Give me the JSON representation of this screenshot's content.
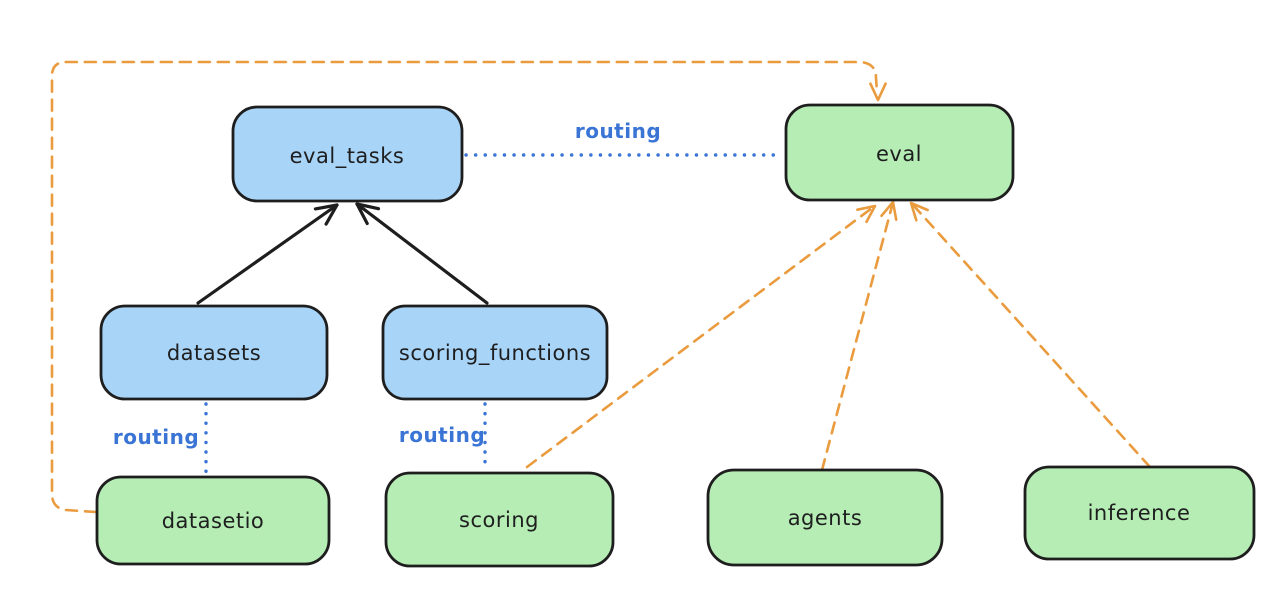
{
  "colors": {
    "background": "#ffffff",
    "node_stroke": "#1e1e1e",
    "node_blue_fill": "#a8d4f8",
    "node_green_fill": "#b5edb5",
    "label_text": "#1e1e1e",
    "edge_black": "#1e1e1e",
    "edge_blue": "#3a74d4",
    "edge_orange": "#ea9b3e"
  },
  "diagram": {
    "nodes": [
      {
        "id": "eval_tasks",
        "label": "eval_tasks",
        "kind": "blue"
      },
      {
        "id": "eval",
        "label": "eval",
        "kind": "green"
      },
      {
        "id": "datasets",
        "label": "datasets",
        "kind": "blue"
      },
      {
        "id": "scoring_functions",
        "label": "scoring_functions",
        "kind": "blue"
      },
      {
        "id": "datasetio",
        "label": "datasetio",
        "kind": "green"
      },
      {
        "id": "scoring",
        "label": "scoring",
        "kind": "green"
      },
      {
        "id": "agents",
        "label": "agents",
        "kind": "green"
      },
      {
        "id": "inference",
        "label": "inference",
        "kind": "green"
      }
    ],
    "edges": [
      {
        "from": "datasets",
        "to": "eval_tasks",
        "style": "solid_black_arrow",
        "label": ""
      },
      {
        "from": "scoring_functions",
        "to": "eval_tasks",
        "style": "solid_black_arrow",
        "label": ""
      },
      {
        "from": "eval_tasks",
        "to": "eval",
        "style": "dotted_blue",
        "label": "routing"
      },
      {
        "from": "datasets",
        "to": "datasetio",
        "style": "dotted_blue",
        "label": "routing"
      },
      {
        "from": "scoring_functions",
        "to": "scoring",
        "style": "dotted_blue",
        "label": "routing"
      },
      {
        "from": "datasetio",
        "to": "eval",
        "style": "dashed_orange_arrow",
        "label": ""
      },
      {
        "from": "scoring",
        "to": "eval",
        "style": "dashed_orange_arrow",
        "label": ""
      },
      {
        "from": "agents",
        "to": "eval",
        "style": "dashed_orange_arrow",
        "label": ""
      },
      {
        "from": "inference",
        "to": "eval",
        "style": "dashed_orange_arrow",
        "label": ""
      }
    ]
  }
}
